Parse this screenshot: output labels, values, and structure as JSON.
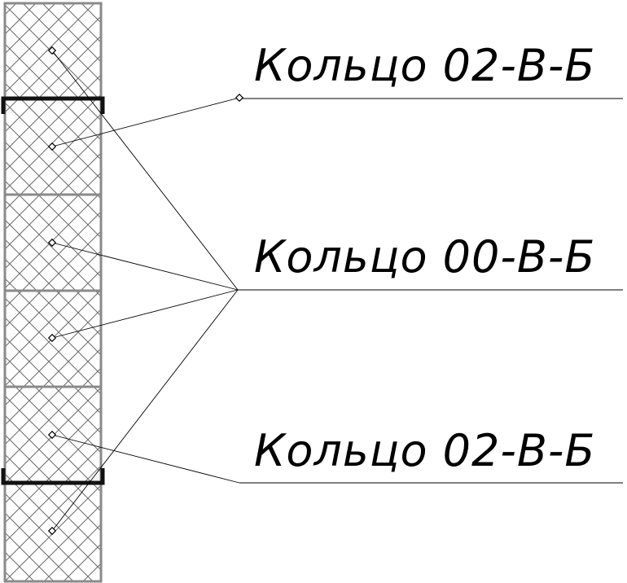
{
  "drawing": {
    "labels": {
      "top": "Кольцо 02-В-Б",
      "middle": "Кольцо 00-В-Б",
      "bottom": "Кольцо 02-В-Б"
    },
    "colors": {
      "line": "#000000",
      "ring_outline": "#8a8a8a",
      "hatch": "#6a6a6a",
      "bracket": "#111111",
      "background": "#ffffff"
    },
    "hatch_pattern": "cross-hatch",
    "ring_count": 6
  }
}
